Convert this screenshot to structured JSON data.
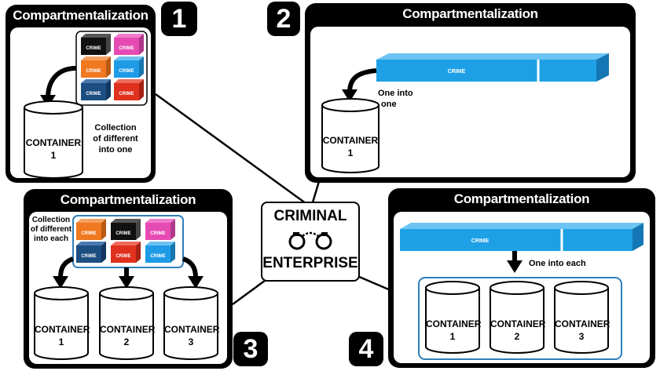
{
  "panel_title": "Compartmentalization",
  "crime_label": "CRIME",
  "container_label": "CONTAINER",
  "panels": [
    {
      "number": "1",
      "note_lines": [
        "Collection",
        "of different",
        "into one"
      ],
      "container_numbers": [
        "1"
      ]
    },
    {
      "number": "2",
      "note_lines": [
        "One into",
        "one"
      ],
      "container_numbers": [
        "1"
      ]
    },
    {
      "number": "3",
      "note_lines": [
        "Collection",
        "of different",
        "into each"
      ],
      "container_numbers": [
        "1",
        "2",
        "3"
      ]
    },
    {
      "number": "4",
      "note_lines": [
        "One into each"
      ],
      "container_numbers": [
        "1",
        "2",
        "3"
      ]
    }
  ],
  "center": {
    "line1": "CRIMINAL",
    "line2": "ENTERPRISE",
    "icon": "handcuffs-icon"
  },
  "colors": {
    "crime_black": "#111111",
    "crime_pink": "#e64bb4",
    "crime_orange": "#f07820",
    "crime_cyan": "#1e9be6",
    "crime_navy": "#1c4e82",
    "crime_red": "#e0301e",
    "slab_blue": "#1ea0e6",
    "frame_blue": "#2f7fb8"
  }
}
